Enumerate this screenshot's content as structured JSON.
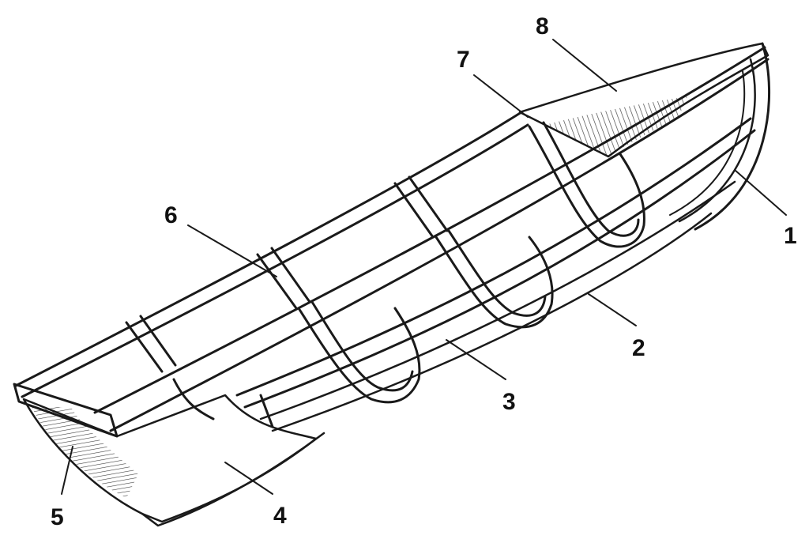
{
  "diagram": {
    "labels": [
      {
        "id": "1",
        "text": "1"
      },
      {
        "id": "2",
        "text": "2"
      },
      {
        "id": "3",
        "text": "3"
      },
      {
        "id": "4",
        "text": "4"
      },
      {
        "id": "5",
        "text": "5"
      },
      {
        "id": "6",
        "text": "6"
      },
      {
        "id": "7",
        "text": "7"
      },
      {
        "id": "8",
        "text": "8"
      }
    ],
    "colors": {
      "ink": "#1a1a1a",
      "paper": "#ffffff"
    }
  }
}
